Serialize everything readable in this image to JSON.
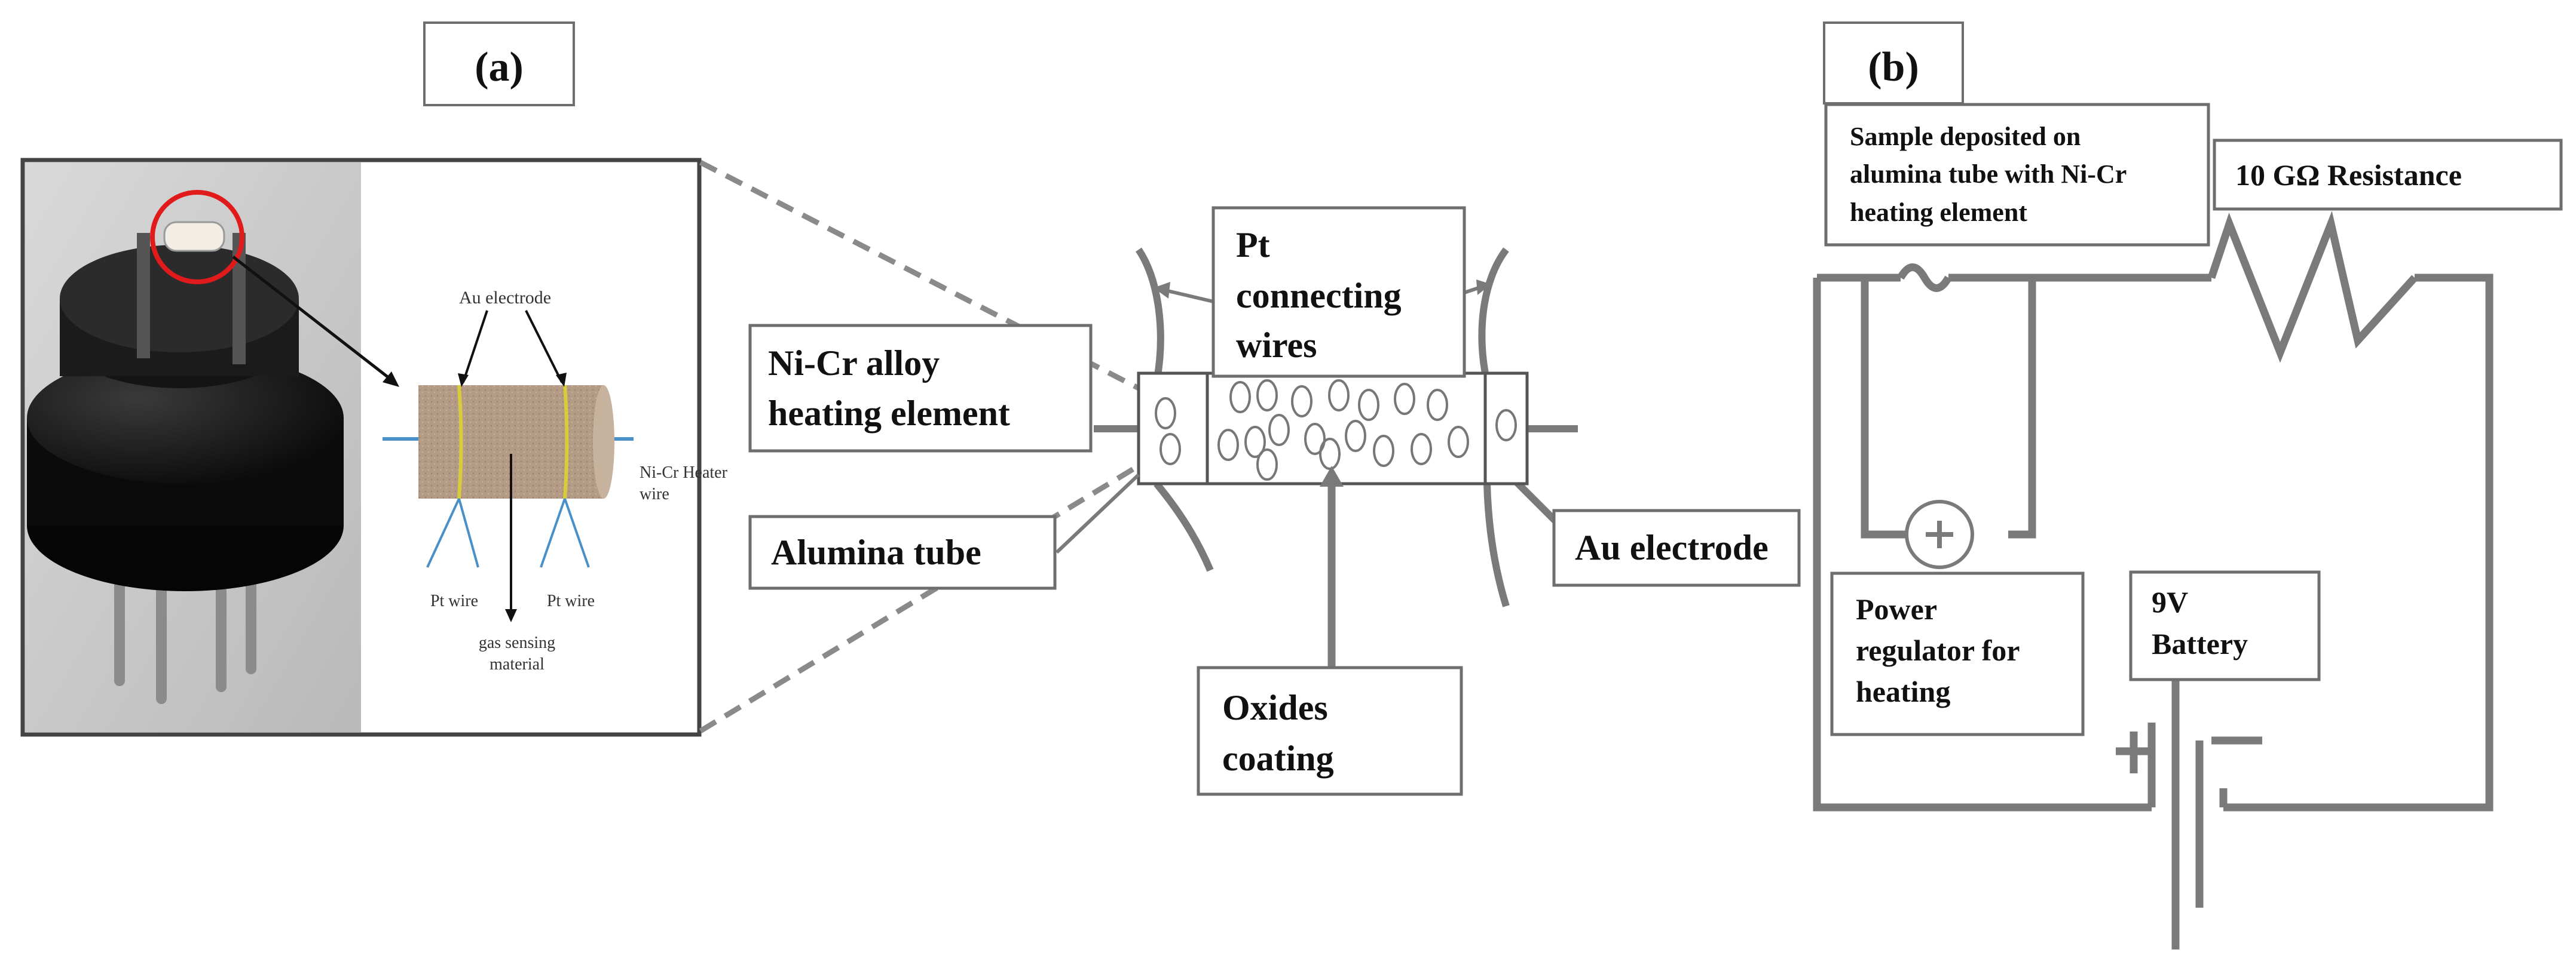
{
  "panel_a": {
    "label": "(a)",
    "photo_callouts": {
      "au_electrode": "Au electrode",
      "nicr_heater": "Ni-Cr Heater wire",
      "pt_wire_left": "Pt wire",
      "pt_wire_right": "Pt wire",
      "gas_sensing": "gas sensing material"
    },
    "sensor_labels": {
      "nicr_alloy": "Ni-Cr alloy heating element",
      "pt_wires": "Pt connecting wires",
      "alumina_tube": "Alumina tube",
      "au_electrode": "Au electrode",
      "oxides_coating": "Oxides coating"
    }
  },
  "panel_b": {
    "label": "(b)",
    "sample_label": "Sample deposited on alumina tube with Ni-Cr heating element",
    "resistance_label": "10 GΩ Resistance",
    "power_regulator": "Power regulator for heating",
    "battery": "9V Battery"
  },
  "colors": {
    "line": "#7a7a7a",
    "box_border": "#6e6e6e",
    "highlight_circle": "#e11b1b",
    "electrode_yellow": "#d8cc3a",
    "wire_blue": "#4a90c8",
    "tube_fill": "#b39b86"
  }
}
